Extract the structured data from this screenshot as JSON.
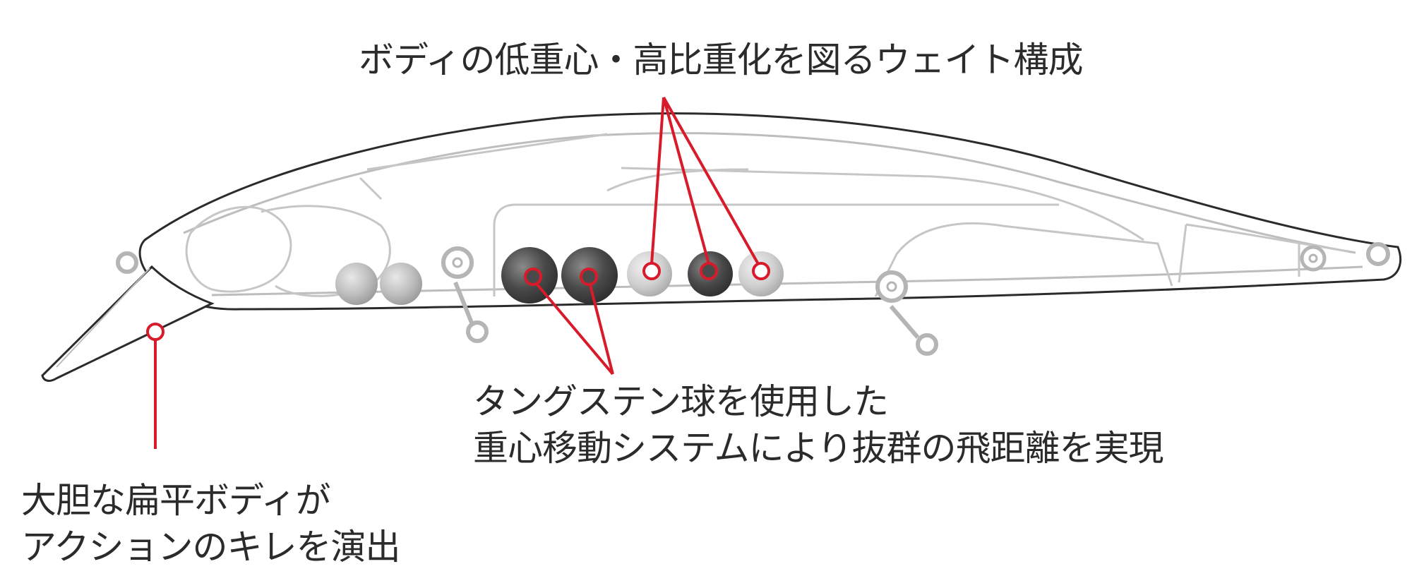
{
  "callouts": {
    "weight_config": {
      "line1": "ボディの低重心・高比重化を図るウェイト構成"
    },
    "tungsten_system": {
      "line1": "タングステン球を使用した",
      "line2": "重心移動システムにより抜群の飛距離を実現"
    },
    "flat_body": {
      "line1": "大胆な扁平ボディが",
      "line2": "アクションのキレを演出"
    }
  },
  "colors": {
    "outline": "#2b2b2b",
    "inner_line": "#b9b9b9",
    "callout_red": "#d81b2b",
    "tungsten_ball": "#4a4a4a",
    "light_ball": "#cfcfcf"
  }
}
